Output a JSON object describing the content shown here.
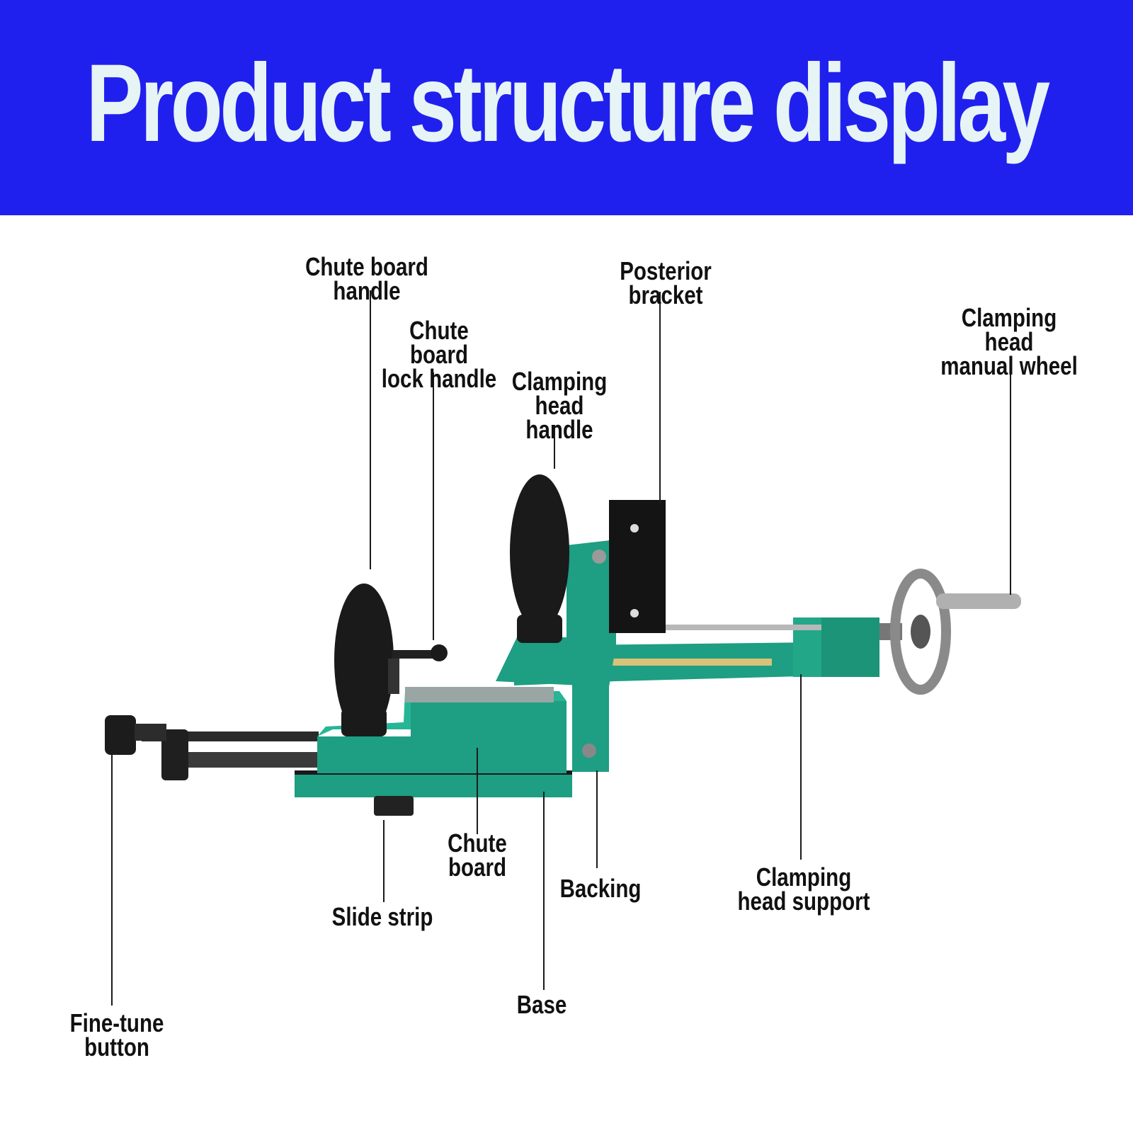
{
  "title": "Product structure display",
  "colors": {
    "banner": "#2020ee",
    "title_text": "#e6f4f6",
    "machine_green": "#1e9e82",
    "handle_black": "#1a1a1a"
  },
  "labels": {
    "chute_board_handle": "Chute board handle",
    "chute_board_lock_handle": "Chute board\nlock handle",
    "clamping_head_handle": "Clamping\nhead handle",
    "posterior_bracket": "Posterior bracket",
    "clamping_head_manual_wheel": "Clamping head\nmanual wheel",
    "chute_board": "Chute board",
    "slide_strip": "Slide strip",
    "backing": "Backing",
    "clamping_head_support": "Clamping\nhead support",
    "base": "Base",
    "fine_tune_button": "Fine-tune\nbutton"
  }
}
